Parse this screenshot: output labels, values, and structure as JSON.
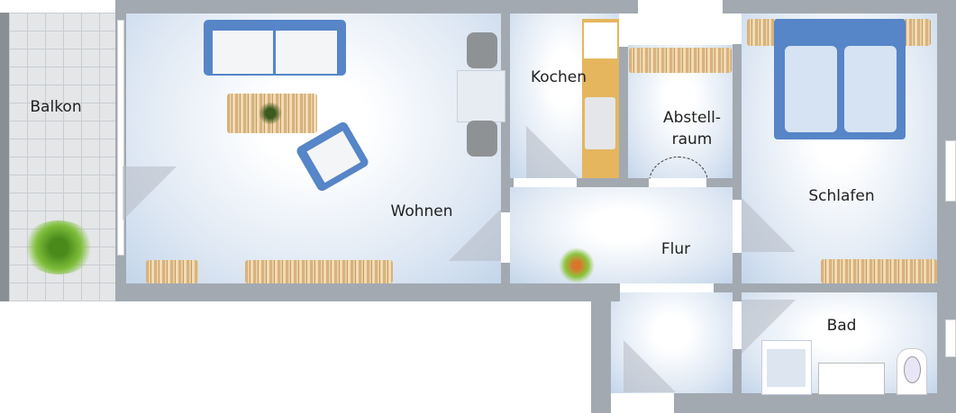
{
  "rooms": {
    "balcony": "Balkon",
    "living": "Wohnen",
    "kitchen": "Kochen",
    "storage_line1": "Abstell-",
    "storage_line2": "raum",
    "bedroom": "Schlafen",
    "hallway": "Flur",
    "bathroom": "Bad"
  },
  "colors": {
    "wall": "#a2a9b1",
    "furniture_blue": "#5685c8",
    "wood": "#d9b27c"
  }
}
